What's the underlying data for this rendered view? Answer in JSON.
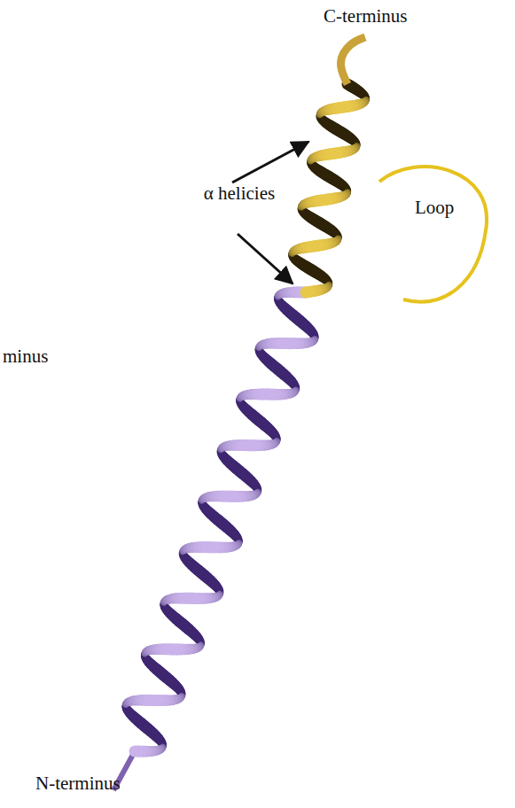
{
  "diagram": {
    "labels": [
      "C-terminus",
      "α helicies",
      "Loop",
      "minus",
      "N-terminus"
    ]
  }
}
